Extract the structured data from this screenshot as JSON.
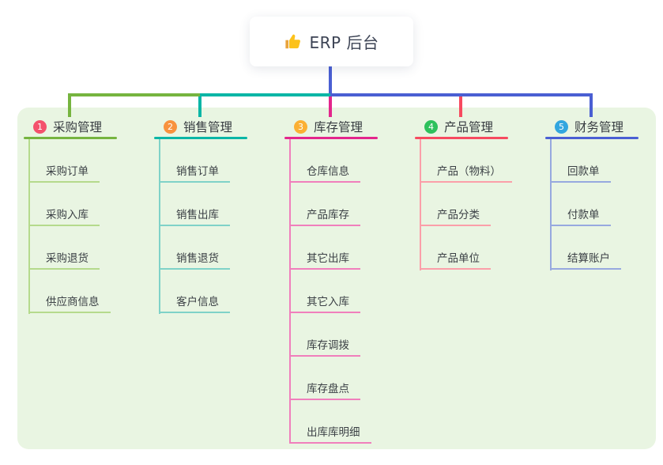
{
  "root": {
    "label": "ERP 后台",
    "icon": "thumbs-up-icon"
  },
  "connector": {
    "stem_color": "#4a5fd3",
    "left_color": "#76b43f",
    "mid_color": "#0ab6a6",
    "right_color": "#4a5fd3"
  },
  "panel_color": "#e9f5e2",
  "branches": [
    {
      "index": "1",
      "label": "采购管理",
      "color": "#76b43f",
      "light": "#b5da8c",
      "badge": "#f4516c",
      "children": [
        "采购订单",
        "采购入库",
        "采购退货",
        "供应商信息"
      ]
    },
    {
      "index": "2",
      "label": "销售管理",
      "color": "#0ab6a6",
      "light": "#7fd2c8",
      "badge": "#f8923e",
      "children": [
        "销售订单",
        "销售出库",
        "销售退货",
        "客户信息"
      ]
    },
    {
      "index": "3",
      "label": "库存管理",
      "color": "#e3268c",
      "light": "#f07fbc",
      "badge": "#fbb034",
      "children": [
        "仓库信息",
        "产品库存",
        "其它出库",
        "其它入库",
        "库存调拨",
        "库存盘点",
        "出库库明细"
      ]
    },
    {
      "index": "4",
      "label": "产品管理",
      "color": "#f74a5f",
      "light": "#fb9fa9",
      "badge": "#2ec15c",
      "children": [
        "产品（物料）",
        "产品分类",
        "产品单位"
      ]
    },
    {
      "index": "5",
      "label": "财务管理",
      "color": "#4a5fd3",
      "light": "#97a9df",
      "badge": "#32a6df",
      "children": [
        "回款单",
        "付款单",
        "结算账户"
      ]
    }
  ]
}
